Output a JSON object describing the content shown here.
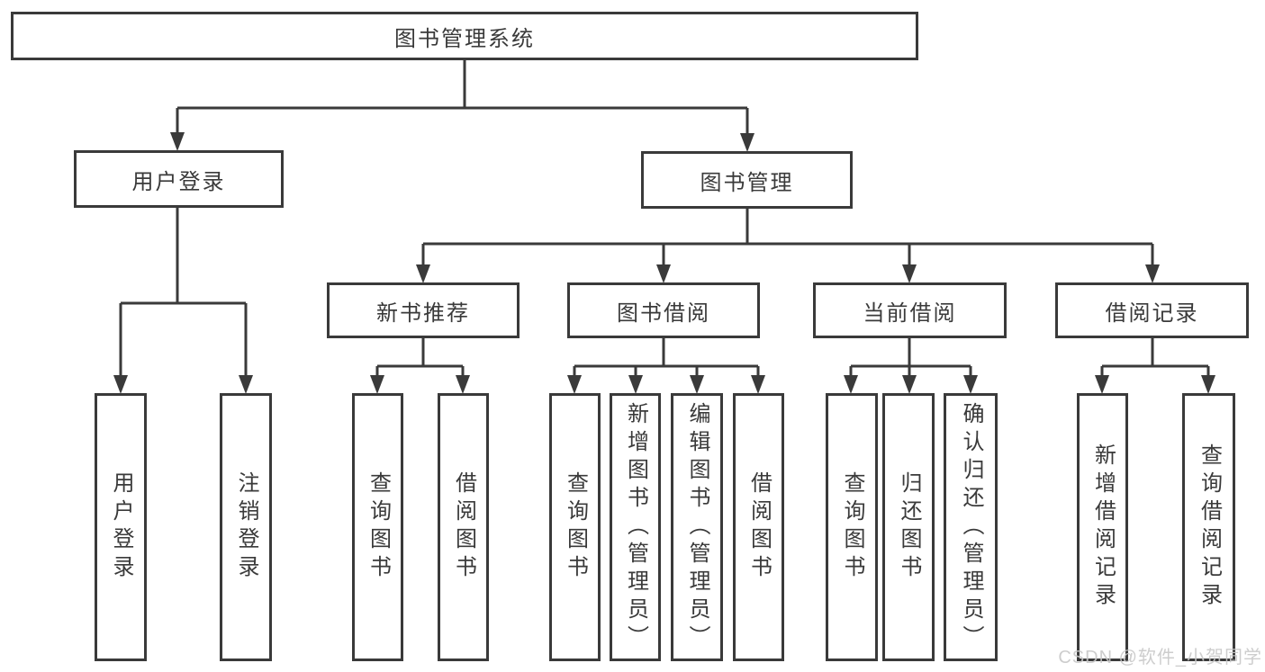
{
  "diagram": {
    "title": "图书管理系统",
    "nodes": {
      "root": "图书管理系统",
      "user_login": "用户登录",
      "book_mgmt": "图书管理",
      "new_book": "新书推荐",
      "book_borrow": "图书借阅",
      "current_borrow": "当前借阅",
      "borrow_record": "借阅记录",
      "ul_login": "用户登录",
      "ul_logout": "注销登录",
      "nb_query": "查询图书",
      "nb_borrow": "借阅图书",
      "bb_query": "查询图书",
      "bb_add": "新增图书（管理员）",
      "bb_edit": "编辑图书（管理员）",
      "bb_borrow": "借阅图书",
      "cb_query": "查询图书",
      "cb_return": "归还图书",
      "cb_confirm": "确认归还（管理员）",
      "br_add": "新增借阅记录",
      "br_query": "查询借阅记录"
    },
    "colors": {
      "line": "#3a3a3a",
      "box_background": "#ffffff",
      "text": "#3a3a3a",
      "watermark": "#c8c8c8"
    }
  },
  "watermark": "CSDN @软件_小贺同学"
}
